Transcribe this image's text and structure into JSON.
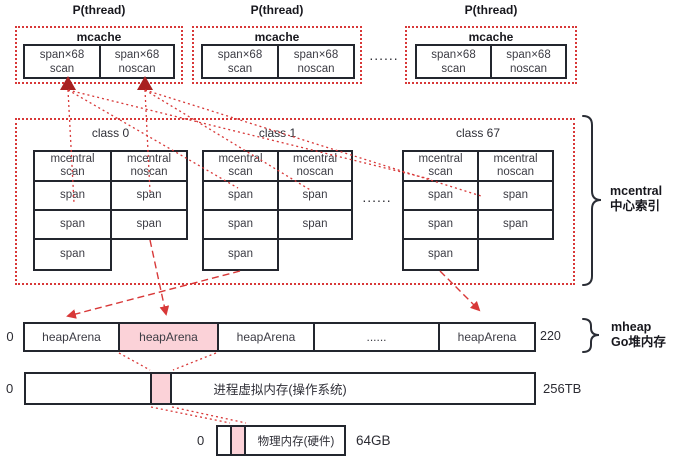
{
  "colors": {
    "line_red": "#d83838",
    "arrow_dark_red": "#a82222",
    "highlight_pink": "#fbd2d8",
    "box_border": "#23262e",
    "text_main": "#3c3c44"
  },
  "pthreads": [
    {
      "title": "P(thread)",
      "mcache_label": "mcache",
      "scan_cell": "span×68\nscan",
      "noscan_cell": "span×68\nnoscan"
    },
    {
      "title": "P(thread)",
      "mcache_label": "mcache",
      "scan_cell": "span×68\nscan",
      "noscan_cell": "span×68\nnoscan"
    },
    {
      "title": "P(thread)",
      "mcache_label": "mcache",
      "scan_cell": "span×68\nscan",
      "noscan_cell": "span×68\nnoscan"
    }
  ],
  "pthread_ellipsis": "......",
  "mcentral": {
    "classes": [
      {
        "label": "class 0",
        "scan_header": "mcentral\nscan",
        "noscan_header": "mcentral\nnoscan",
        "scan_spans": [
          "span",
          "span",
          "span"
        ],
        "noscan_spans": [
          "span",
          "span"
        ]
      },
      {
        "label": "class 1",
        "scan_header": "mcentral\nscan",
        "noscan_header": "mcentral\nnoscan",
        "scan_spans": [
          "span",
          "span",
          "span"
        ],
        "noscan_spans": [
          "span",
          "span"
        ]
      },
      {
        "label": "class 67",
        "scan_header": "mcentral\nscan",
        "noscan_header": "mcentral\nnoscan",
        "scan_spans": [
          "span",
          "span",
          "span"
        ],
        "noscan_spans": [
          "span",
          "span"
        ]
      }
    ],
    "ellipsis": "......",
    "brace_title": "mcentral",
    "brace_subtitle": "中心索引"
  },
  "mheap": {
    "left_label": "0",
    "cells": [
      "heapArena",
      "heapArena",
      "heapArena",
      "......",
      "heapArena"
    ],
    "highlight_index": 1,
    "right_label": "220",
    "brace_title": "mheap",
    "brace_subtitle": "Go堆内存"
  },
  "virtual_memory": {
    "left_label": "0",
    "bar_label": "进程虚拟内存(操作系统)",
    "right_label": "256TB"
  },
  "physical_memory": {
    "left_label": "0",
    "bar_label": "物理内存(硬件)",
    "right_label": "64GB"
  }
}
